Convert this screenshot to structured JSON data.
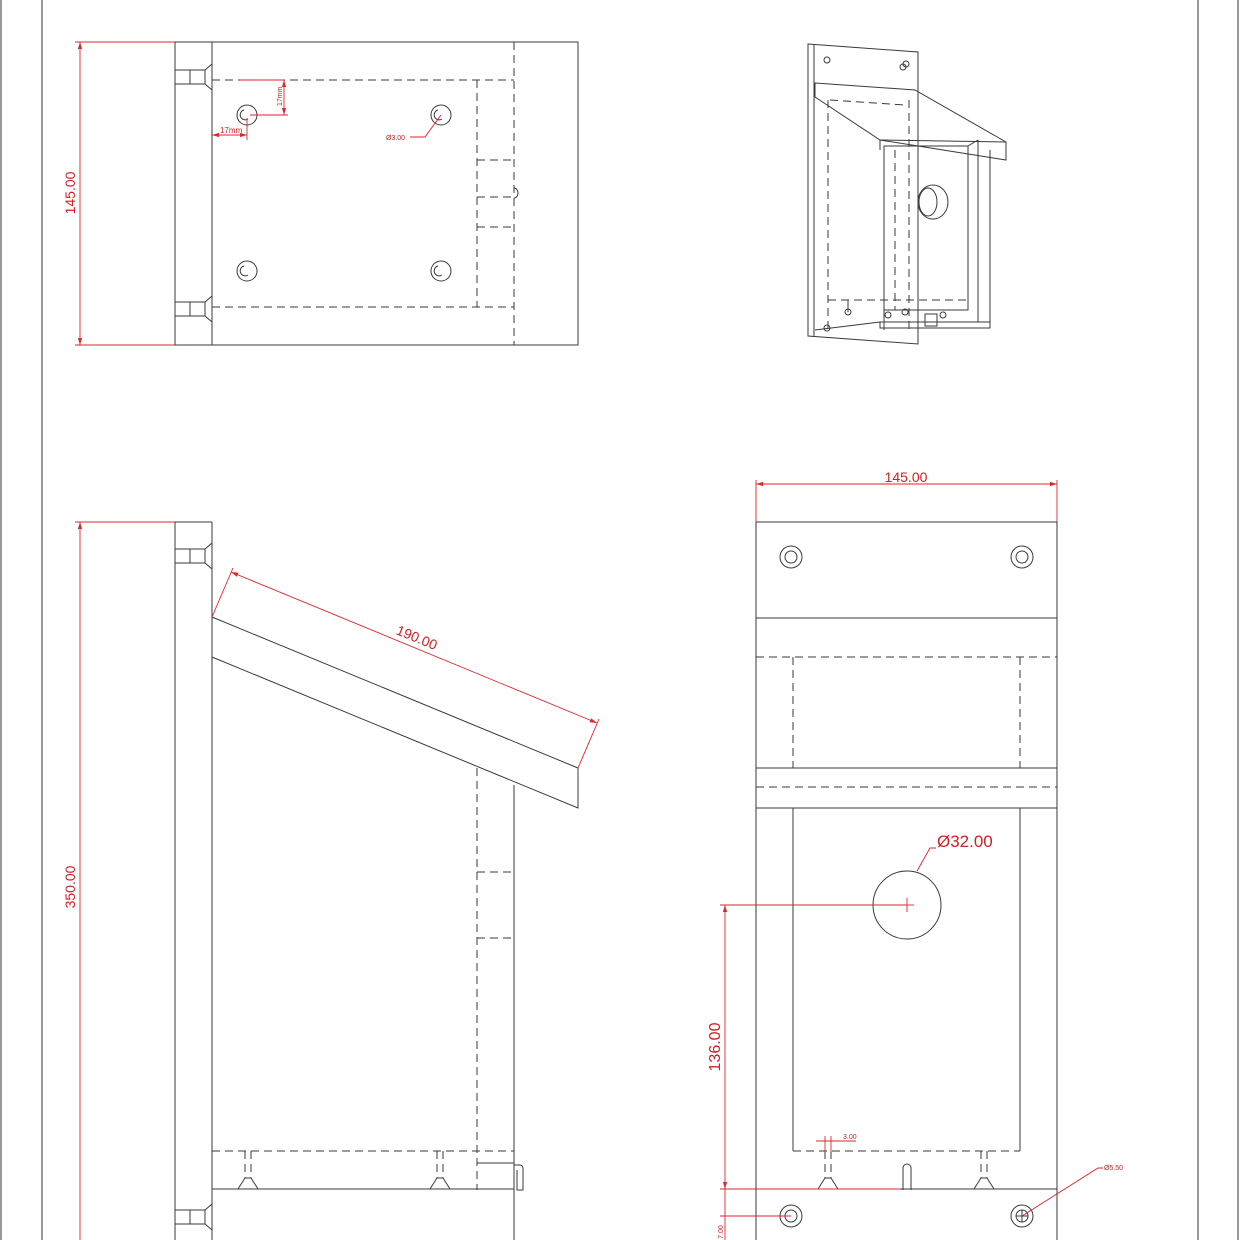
{
  "colors": {
    "line": "#3a3a3a",
    "dimension": "#e0262b",
    "background": "#ffffff"
  },
  "views": {
    "top": {
      "height_dim": "145.00",
      "hole_offset_x": "17mm",
      "hole_offset_y": "17mm",
      "hole_dia": "Ø3.00"
    },
    "side": {
      "height_dim": "350.00",
      "roof_length": "190.00"
    },
    "front": {
      "width_dim": "145.00",
      "entrance_dia": "Ø32.00",
      "entrance_height": "136.00",
      "drain_width": "3.00",
      "mount_hole_dia": "Ø5.50",
      "bottom_offset": "7.00"
    }
  }
}
